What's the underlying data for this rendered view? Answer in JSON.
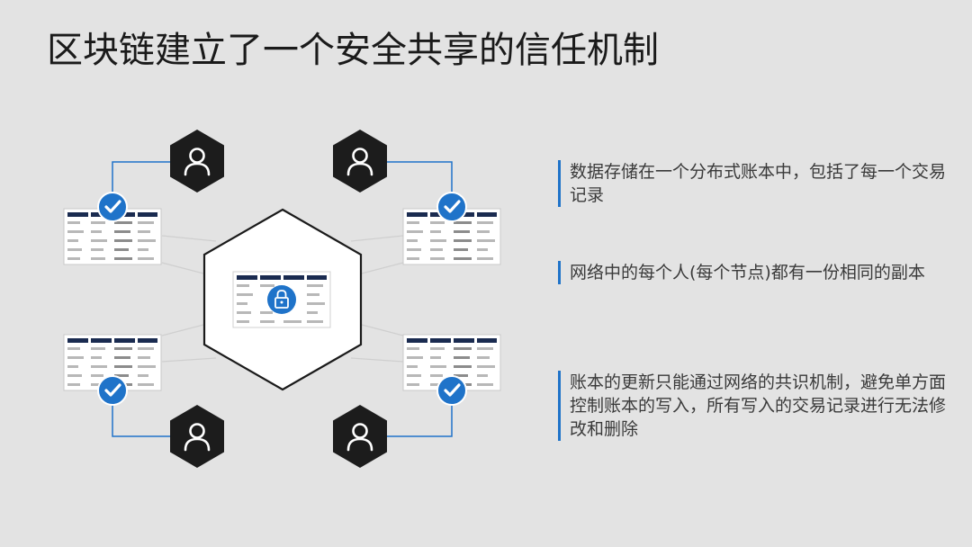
{
  "title": "区块链建立了一个安全共享的信任机制",
  "points": [
    "数据存储在一个分布式账本中，包括了每一个交易记录",
    "网络中的每个人(每个节点)都有一份相同的副本",
    "账本的更新只能通过网络的共识机制，避免单方面控制账本的写入，所有写入的交易记录进行无法修改和删除"
  ],
  "icons": {
    "node": "user-icon",
    "verified": "checkmark-icon",
    "central": "lock-icon",
    "ledger": "ledger-table-icon"
  },
  "colors": {
    "background": "#e3e3e3",
    "accent": "#1f73c9",
    "node": "#1c1c1c",
    "ledger_header": "#1a2b50"
  }
}
